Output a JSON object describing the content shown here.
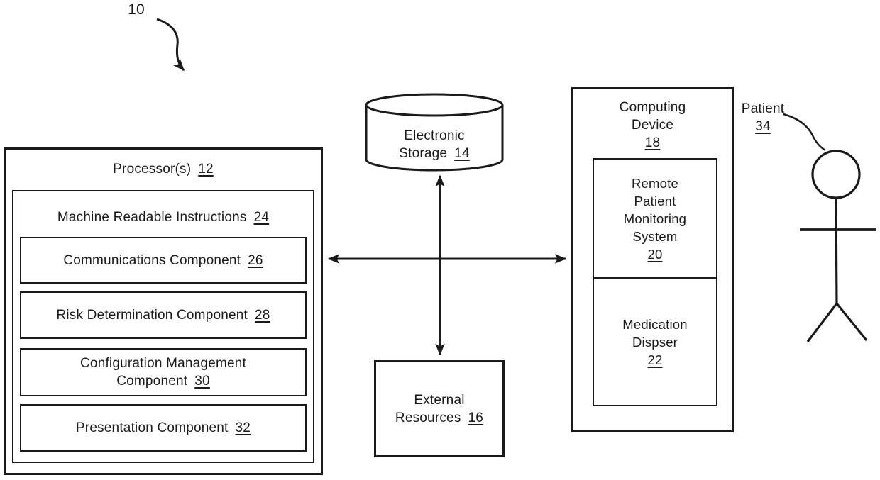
{
  "figure": {
    "diagram_ref": "10",
    "ink_color": "#1a1a1a",
    "background_color": "#ffffff",
    "processor": {
      "label": "Processor(s)",
      "ref": "12"
    },
    "machine_readable_instructions": {
      "label": "Machine Readable Instructions",
      "ref": "24"
    },
    "components": [
      {
        "label": "Communications Component",
        "ref": "26"
      },
      {
        "label": "Risk Determination Component",
        "ref": "28"
      },
      {
        "label_line1": "Configuration Management",
        "label_line2": "Component",
        "ref": "30"
      },
      {
        "label": "Presentation Component",
        "ref": "32"
      }
    ],
    "electronic_storage": {
      "line1": "Electronic",
      "line2": "Storage",
      "ref": "14"
    },
    "external_resources": {
      "line1": "External",
      "line2": "Resources",
      "ref": "16"
    },
    "computing_device": {
      "line1": "Computing",
      "line2": "Device",
      "ref": "18",
      "remote_patient_monitoring_system": {
        "lines": [
          "Remote",
          "Patient",
          "Monitoring",
          "System"
        ],
        "ref": "20"
      },
      "medication_dispenser": {
        "line1": "Medication",
        "line2": "Dispser",
        "ref": "22"
      }
    },
    "patient": {
      "label": "Patient",
      "ref": "34"
    }
  }
}
